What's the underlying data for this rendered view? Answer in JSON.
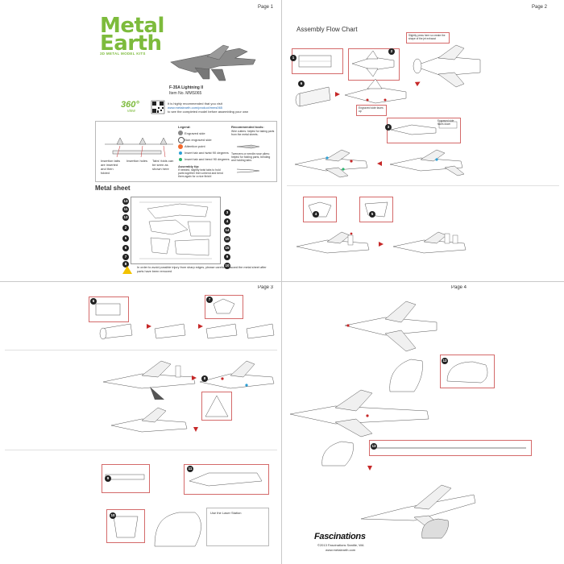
{
  "pages": {
    "p1": {
      "page_label": "Page 1",
      "brand_line1": "Metal",
      "brand_line2": "Earth",
      "brand_sub": "3D METAL MODEL KITS",
      "model_name": "F-35A Lightning II",
      "item_no": "Item No. MMS065",
      "view360_label": "360°",
      "view360_sub": "view",
      "qr_text_1": "It is highly recommended that you visit",
      "qr_text_2": "www.metalearth.com/product/mms065",
      "qr_text_3": "to see the completed model before assembling your own",
      "tabs_labels": [
        "Insertion tabs are inserted and then folded",
        "Insertion holes",
        "Tabs' folds can be seen as shown here"
      ],
      "legend_title": "Legend:",
      "legend_items": [
        "Engraved side",
        "Non engraved side",
        "Attention point",
        "Insert tab and twist 90 degrees",
        "Insert tab and bend 90 degrees"
      ],
      "assembly_tip_title": "Assembly tip:",
      "assembly_tip_text": "If needed, slightly twist tabs to hold parts together then unbend and bend them again for a nice finish!",
      "tools_title": "Recommended tools:",
      "tools_text_1": "Wire cutters: helpful for taking parts from the metal sheets.",
      "tools_text_2": "Tweezers or needle nose pliers: helpful for folding parts, bending and holding tabs.",
      "metal_sheet_title": "Metal sheet",
      "sheet_numbers_left": [
        "13",
        "11",
        "12",
        "2",
        "5",
        "6",
        "7",
        "8"
      ],
      "sheet_numbers_right": [
        "3",
        "4",
        "14",
        "10",
        "15",
        "9",
        "10"
      ],
      "warning_text": "In order to avoid possible injury from sharp edges, please carefully discard the metal sheet after parts have been removed"
    },
    "p2": {
      "page_label": "Page 2",
      "title": "Assembly Flow Chart",
      "note_top": "Slightly press here so create the shape of the jet exhaust",
      "note_engraved": "Engraved side faces up",
      "note_engraved2": "Engraved side faces down",
      "steps": [
        "1",
        "2",
        "3",
        "4",
        "5",
        "6"
      ]
    },
    "p3": {
      "page_label": "Page 3",
      "steps": [
        "6",
        "7",
        "8",
        "9",
        "10",
        "11"
      ],
      "note_stand": "Use the Laser Station"
    },
    "p4": {
      "page_label": "Page 4",
      "steps": [
        "12",
        "13"
      ],
      "footer_brand": "Fascinations",
      "footer_copy": "©2013 Fascinations Seattle, WA",
      "footer_url": "www.metalearth.com"
    }
  },
  "colors": {
    "brand_green": "#7dbb3c",
    "arrow_red": "#c62828",
    "box_red": "#d46a6a",
    "warning_yellow": "#f2c200"
  }
}
